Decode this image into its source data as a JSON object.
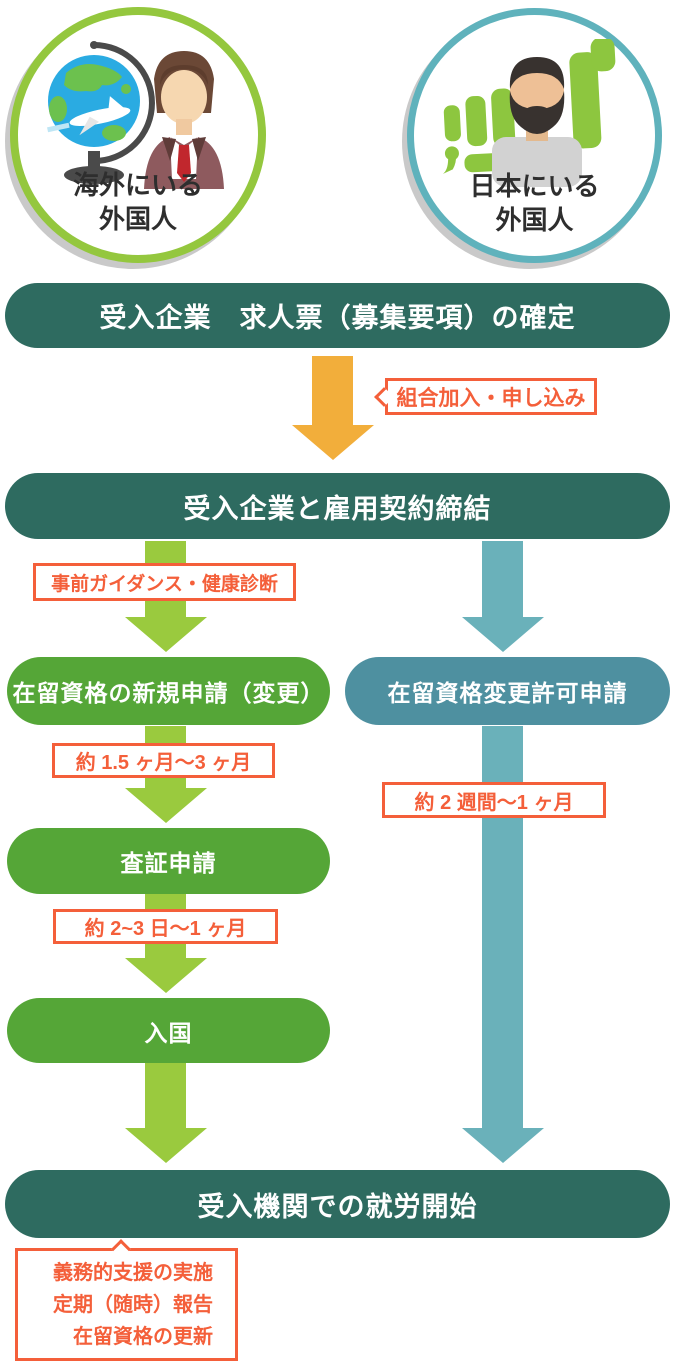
{
  "flow": {
    "actors": [
      {
        "id": "overseas",
        "lines": [
          "海外にいる",
          "外国人"
        ]
      },
      {
        "id": "in_japan",
        "lines": [
          "日本にいる",
          "外国人"
        ]
      }
    ],
    "banners": {
      "job_offer": "受入企業　求人票（募集要項）の確定",
      "contract": "受入企業と雇用契約締結",
      "new_residence_application": "在留資格の新規申請（変更）",
      "change_permission_application": "在留資格変更許可申請",
      "visa_application": "査証申請",
      "entry": "入国",
      "work_start": "受入機関での就労開始"
    },
    "annotations": {
      "union_join": "組合加入・申し込み",
      "pre_guidance": "事前ガイダンス・健康診断",
      "duration_new_application": "約 1.5 ヶ月〜3 ヶ月",
      "duration_visa": "約 2~3 日〜1 ヶ月",
      "duration_change_permission": "約 2 週間〜1 ヶ月",
      "post_work_lines": [
        "義務的支援の実施",
        "定期（随時）報告",
        "在留資格の更新"
      ]
    }
  },
  "colors": {
    "dark_teal_banner": "#2e6b60",
    "green_banner": "#55a637",
    "lime_arrow": "#9aca3e",
    "lime_circle_border": "#94c73e",
    "teal_banner": "#4e90a0",
    "teal_arrow": "#6ab1ba",
    "teal_circle_border": "#5fb2bc",
    "orange_arrow": "#f2ae3b",
    "annotation_red_orange": "#f45f3a"
  }
}
